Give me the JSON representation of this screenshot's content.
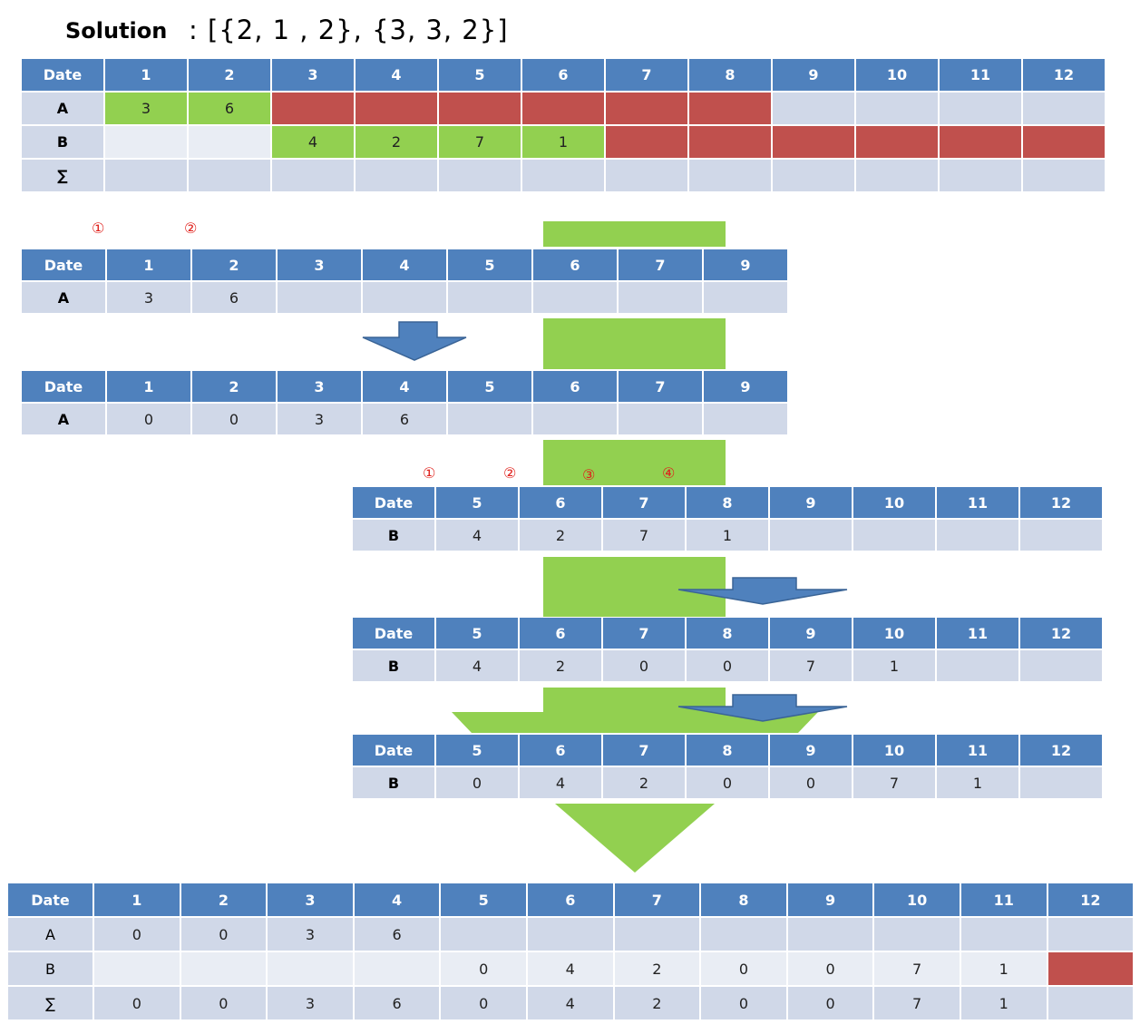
{
  "title": "Solution",
  "solution_value": ": [{2, 1 , 2}, {3, 3, 2}]",
  "colors": {
    "header": "#4f81bd",
    "cell": "#d0d8e8",
    "cell_light": "#e9edf4",
    "green": "#92d050",
    "red": "#c0504d",
    "arrow": "#4f81bd",
    "marker": "#e0201b"
  },
  "marker_labels": [
    "①",
    "②",
    "③",
    "④"
  ],
  "tables": [
    {
      "id": "top",
      "headers": [
        "Date",
        "1",
        "2",
        "3",
        "4",
        "5",
        "6",
        "7",
        "8",
        "9",
        "10",
        "11",
        "12"
      ],
      "rows": [
        {
          "label": "A",
          "cells": [
            "3",
            "6",
            "",
            "",
            "",
            "",
            "",
            "",
            "",
            "",
            "",
            ""
          ],
          "styles": [
            "green",
            "green",
            "red",
            "red",
            "red",
            "red",
            "red",
            "red",
            "",
            "",
            "",
            ""
          ]
        },
        {
          "label": "B",
          "cells": [
            "",
            "",
            "4",
            "2",
            "7",
            "1",
            "",
            "",
            "",
            "",
            "",
            ""
          ],
          "styles": [
            "light",
            "light",
            "green",
            "green",
            "green",
            "green",
            "red",
            "red",
            "red",
            "red",
            "red",
            "red"
          ]
        },
        {
          "label": "∑",
          "cells": [
            "",
            "",
            "",
            "",
            "",
            "",
            "",
            "",
            "",
            "",
            "",
            ""
          ],
          "styles": [
            "",
            "",
            "",
            "",
            "",
            "",
            "",
            "",
            "",
            "",
            "",
            ""
          ]
        }
      ]
    },
    {
      "id": "a1",
      "headers": [
        "Date",
        "1",
        "2",
        "3",
        "4",
        "5",
        "6",
        "7",
        "9"
      ],
      "rows": [
        {
          "label": "A",
          "cells": [
            "3",
            "6",
            "",
            "",
            "",
            "",
            "",
            ""
          ],
          "styles": [
            "",
            "",
            "",
            "",
            "",
            "",
            "",
            ""
          ]
        }
      ]
    },
    {
      "id": "a2",
      "headers": [
        "Date",
        "1",
        "2",
        "3",
        "4",
        "5",
        "6",
        "7",
        "9"
      ],
      "rows": [
        {
          "label": "A",
          "cells": [
            "0",
            "0",
            "3",
            "6",
            "",
            "",
            "",
            ""
          ],
          "styles": [
            "",
            "",
            "",
            "",
            "",
            "",
            "",
            ""
          ]
        }
      ]
    },
    {
      "id": "b1",
      "headers": [
        "Date",
        "5",
        "6",
        "7",
        "8",
        "9",
        "10",
        "11",
        "12"
      ],
      "rows": [
        {
          "label": "B",
          "cells": [
            "4",
            "2",
            "7",
            "1",
            "",
            "",
            "",
            ""
          ],
          "styles": [
            "",
            "",
            "",
            "",
            "",
            "",
            "",
            ""
          ]
        }
      ]
    },
    {
      "id": "b2",
      "headers": [
        "Date",
        "5",
        "6",
        "7",
        "8",
        "9",
        "10",
        "11",
        "12"
      ],
      "rows": [
        {
          "label": "B",
          "cells": [
            "4",
            "2",
            "0",
            "0",
            "7",
            "1",
            "",
            ""
          ],
          "styles": [
            "",
            "",
            "",
            "",
            "",
            "",
            "",
            ""
          ]
        }
      ]
    },
    {
      "id": "b3",
      "headers": [
        "Date",
        "5",
        "6",
        "7",
        "8",
        "9",
        "10",
        "11",
        "12"
      ],
      "rows": [
        {
          "label": "B",
          "cells": [
            "0",
            "4",
            "2",
            "0",
            "0",
            "7",
            "1",
            ""
          ],
          "styles": [
            "",
            "",
            "",
            "",
            "",
            "",
            "",
            ""
          ]
        }
      ]
    },
    {
      "id": "final",
      "headers": [
        "Date",
        "1",
        "2",
        "3",
        "4",
        "5",
        "6",
        "7",
        "8",
        "9",
        "10",
        "11",
        "12"
      ],
      "rows": [
        {
          "label": "A",
          "cells": [
            "0",
            "0",
            "3",
            "6",
            "",
            "",
            "",
            "",
            "",
            "",
            "",
            ""
          ],
          "styles": [
            "",
            "",
            "",
            "",
            "",
            "",
            "",
            "",
            "",
            "",
            "",
            ""
          ]
        },
        {
          "label": "B",
          "cells": [
            "",
            "",
            "",
            "",
            "0",
            "4",
            "2",
            "0",
            "0",
            "7",
            "1",
            ""
          ],
          "styles": [
            "light",
            "light",
            "light",
            "light",
            "light",
            "light",
            "light",
            "light",
            "light",
            "light",
            "light",
            "red"
          ]
        },
        {
          "label": "∑",
          "cells": [
            "0",
            "0",
            "3",
            "6",
            "0",
            "4",
            "2",
            "0",
            "0",
            "7",
            "1",
            ""
          ],
          "styles": [
            "",
            "",
            "",
            "",
            "",
            "",
            "",
            "",
            "",
            "",
            "",
            ""
          ]
        }
      ]
    }
  ]
}
